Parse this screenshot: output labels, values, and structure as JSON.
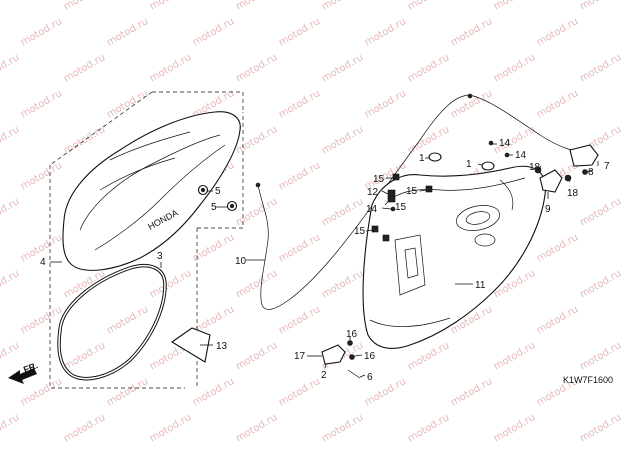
{
  "watermark": {
    "text": "motod.ru",
    "color": "#e6b8b8"
  },
  "diagram_code": "K1W7F1600",
  "direction_label": "FR.",
  "callouts": {
    "c1a": "1",
    "c1b": "1",
    "c2": "2",
    "c3": "3",
    "c4": "4",
    "c5a": "5",
    "c5b": "5",
    "c6": "6",
    "c7": "7",
    "c8": "8",
    "c9": "9",
    "c10": "10",
    "c11": "11",
    "c12": "12",
    "c13": "13",
    "c14a": "14",
    "c14b": "14",
    "c14c": "14",
    "c15a": "15",
    "c15b": "15",
    "c15c": "15",
    "c15d": "15",
    "c16a": "16",
    "c16b": "16",
    "c17": "17",
    "c18a": "18",
    "c18b": "18"
  }
}
